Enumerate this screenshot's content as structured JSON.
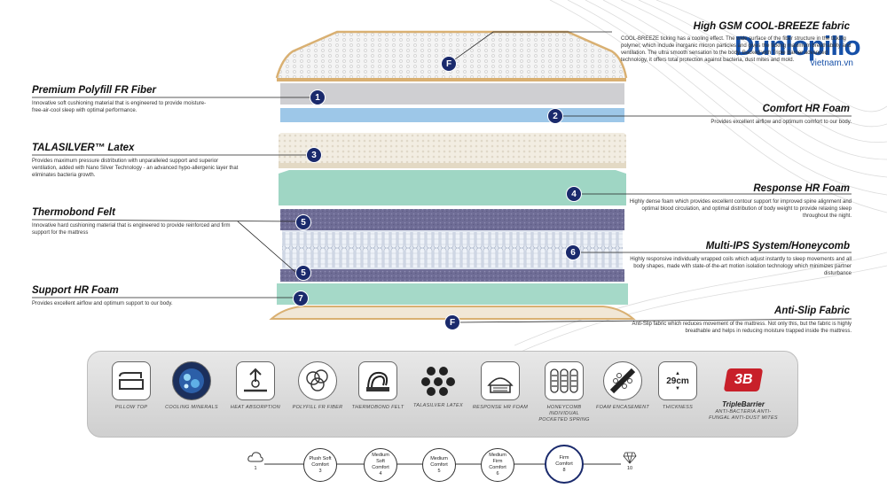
{
  "brand": {
    "name": "Dunlopillo",
    "site": "vietnam.vn",
    "color": "#1650a8"
  },
  "layers": [
    {
      "key": "cover",
      "title": "High GSM COOL-BREEZE fabric",
      "desc": "COOL-BREEZE ticking has a cooling effect. The wide surface of the fiber structure in the ticking polymer, which include inorganic micron particles and gives the ticking maximum breathability and ventilation. The ultra smooth sensation to the body. Backed with Triple Barrier advanced technology, it offers total protection against bacteria, dust mites and mold.",
      "marker": "F"
    },
    {
      "key": "polyfill",
      "title": "Premium Polyfill FR Fiber",
      "desc": "Innovative soft cushioning material that is engineered to provide moisture-free-air-cool sleep with optimal performance.",
      "marker": "1"
    },
    {
      "key": "comfort_hr",
      "title": "Comfort HR Foam",
      "desc": "Provides excellent airflow and optimum comfort to our body.",
      "marker": "2"
    },
    {
      "key": "latex",
      "title": "TALASILVER™ Latex",
      "desc": "Provides maximum pressure distribution with unparalleled support and superior ventilation, added with Nano Silver Technology - an advanced hypo-allergenic layer that eliminates bacteria growth.",
      "marker": "3"
    },
    {
      "key": "response_hr",
      "title": "Response HR Foam",
      "desc": "Highly dense foam which provides excellent contour support for improved spine alignment and optimal blood circulation, and optimal distribution of body weight to provide relaxing sleep throughout the night.",
      "marker": "4"
    },
    {
      "key": "thermobond",
      "title": "Thermobond Felt",
      "desc": "Innovative hard cushioning material that is engineered to provide reinforced and firm support for the mattress",
      "marker": "5"
    },
    {
      "key": "ips",
      "title": "Multi-IPS System/Honeycomb",
      "desc": "Highly responsive individually wrapped coils which adjust instantly to sleep movements and all body shapes, made with state-of-the-art motion isolation technology which minimizes partner disturbance",
      "marker": "6"
    },
    {
      "key": "support_hr",
      "title": "Support HR Foam",
      "desc": "Provides excellent airflow and optimum support to our body.",
      "marker": "7"
    },
    {
      "key": "antislip",
      "title": "Anti-Slip Fabric",
      "desc": "Anti-Slip fabric which reduces movement of the mattress. Not only this, but the fabric is highly breathable and helps in reducing moisture trapped inside the mattress.",
      "marker": "F"
    }
  ],
  "features": [
    {
      "label": "PILLOW TOP",
      "icon": "pillow-top-icon"
    },
    {
      "label": "COOLING MINERALS",
      "icon": "cooling-minerals-icon"
    },
    {
      "label": "HEAT ABSORPTION",
      "icon": "heat-absorption-icon"
    },
    {
      "label": "POLYFILL FR FIBER",
      "icon": "polyfill-fiber-icon"
    },
    {
      "label": "THERMOBOND FELT",
      "icon": "thermobond-felt-icon"
    },
    {
      "label": "TALASILVER LATEX",
      "icon": "talasilver-latex-icon"
    },
    {
      "label": "RESPONSE HR FOAM",
      "icon": "response-hr-foam-icon"
    },
    {
      "label": "HONEYCOMB INDIVIDUAL POCKETED SPRING",
      "icon": "pocketed-spring-icon"
    },
    {
      "label": "FOAM ENCASEMENT",
      "icon": "foam-encasement-icon"
    },
    {
      "label": "THICKNESS",
      "icon": "thickness-icon",
      "value": "29cm"
    },
    {
      "label": "ANTI-BACTERIA ANTI-FUNGAL ANTI-DUST MITES",
      "icon": "triple-barrier-icon",
      "badge": "TripleBarrier",
      "mark": "3B"
    }
  ],
  "scale": {
    "start": "1",
    "end": "10",
    "steps": [
      {
        "label": "Plush Soft Comfort",
        "num": "3"
      },
      {
        "label": "Medium Soft Comfort",
        "num": "4"
      },
      {
        "label": "Medium Comfort",
        "num": "5"
      },
      {
        "label": "Medium Firm Comfort",
        "num": "6"
      },
      {
        "label": "Firm Comfort",
        "num": "8",
        "active": true
      }
    ]
  },
  "colors": {
    "navy": "#1a2a6c",
    "latex": "#f2ede2",
    "comfort_hr": "#9dc7e8",
    "response_hr": "#9fd6c4",
    "thermobond": "#7a78a0",
    "gold": "#d9b072"
  }
}
